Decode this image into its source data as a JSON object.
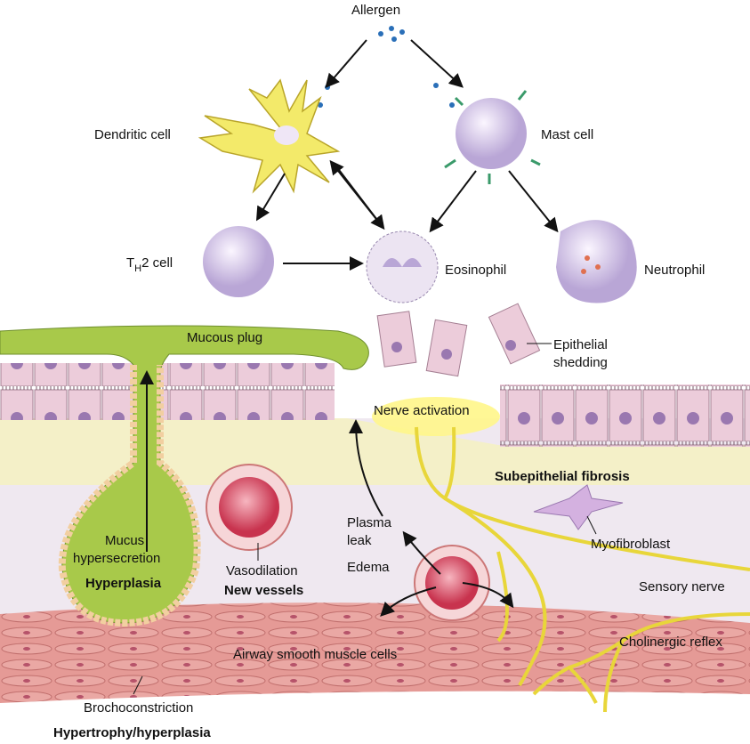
{
  "labels": {
    "allergen": "Allergen",
    "dendritic_cell": "Dendritic cell",
    "mast_cell": "Mast cell",
    "th2_cell_main": "T",
    "th2_cell_sub": "H",
    "th2_cell_rest": "2 cell",
    "eosinophil": "Eosinophil",
    "neutrophil": "Neutrophil",
    "mucous_plug": "Mucous plug",
    "epithelial_shedding_1": "Epithelial",
    "epithelial_shedding_2": "shedding",
    "nerve_activation": "Nerve activation",
    "subepithelial_fibrosis": "Subepithelial fibrosis",
    "plasma_leak_1": "Plasma",
    "plasma_leak_2": "leak",
    "edema": "Edema",
    "myofibroblast": "Myofibroblast",
    "sensory_nerve": "Sensory nerve",
    "mucus_hypersecretion_1": "Mucus",
    "mucus_hypersecretion_2": "hypersecretion",
    "hyperplasia": "Hyperplasia",
    "vasodilation": "Vasodilation",
    "new_vessels": "New vessels",
    "cholinergic_reflex": "Cholinergic reflex",
    "airway_smooth_muscle": "Airway smooth muscle cells",
    "bronchoconstriction": "Brochoconstriction",
    "hypertrophy": "Hypertrophy/hyperplasia"
  },
  "colors": {
    "mucus": "#a8c94a",
    "epithelium": "#e9c6d6",
    "nucleus": "#9a78b0",
    "submucosa": "#efe8f0",
    "basement": "#f4f0c8",
    "muscle": "#e59a96",
    "nerve": "#e8d63a",
    "vessel": "#d9546a",
    "dendritic": "#f3ea6a",
    "mast": "#d8c4e4"
  }
}
